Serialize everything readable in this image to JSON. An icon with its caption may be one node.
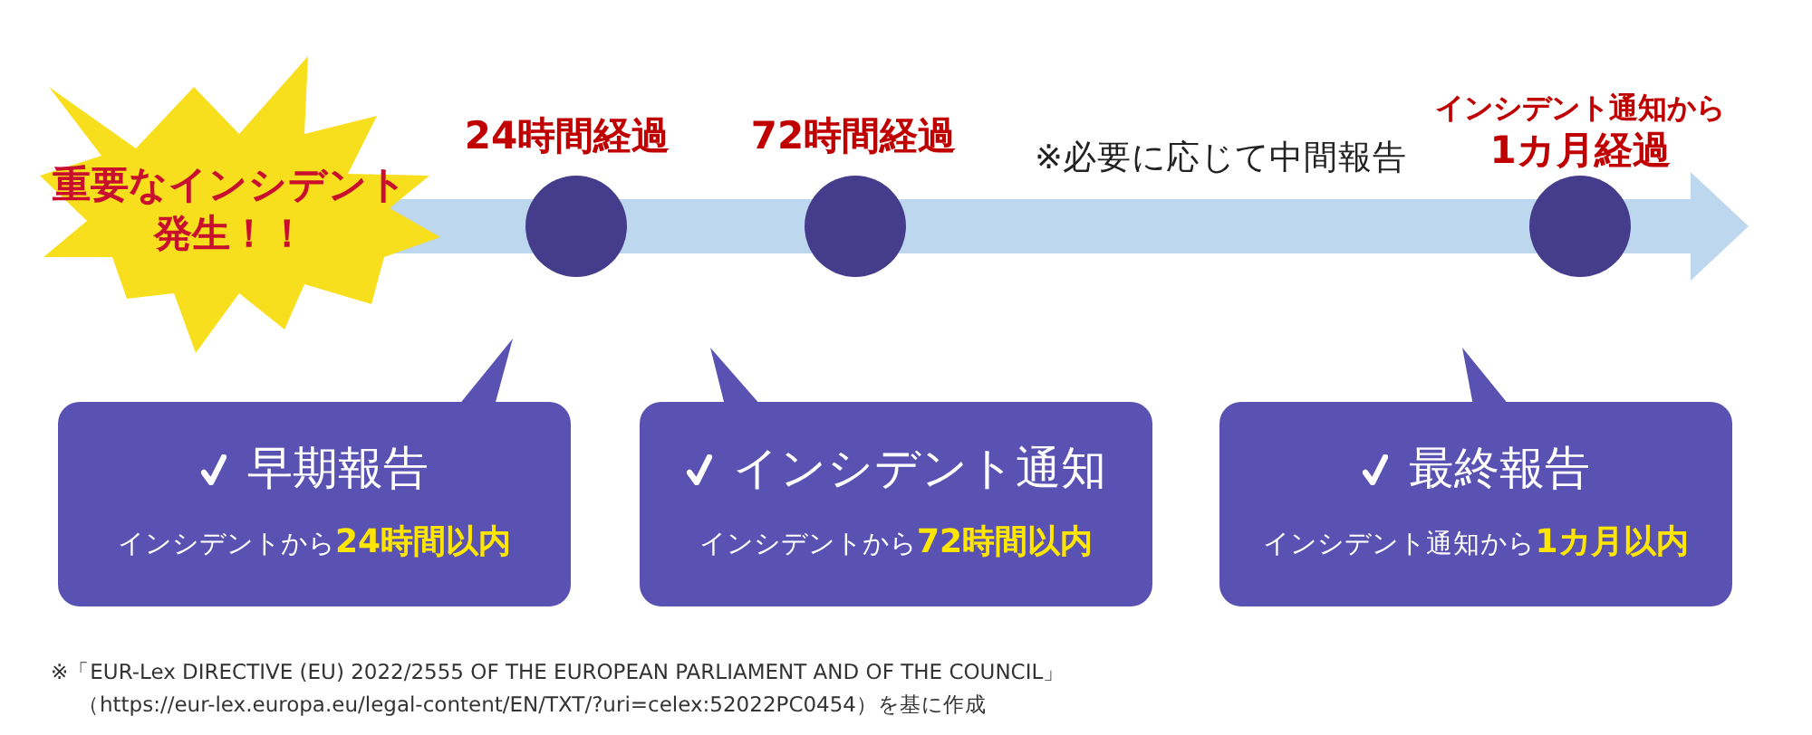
{
  "diagram": {
    "nodes": [
      {
        "text": [
          "重要なインシデント発生！！"
        ]
      },
      {
        "text": [],
        "shape": "circle",
        "beside": [
          "24時間経過"
        ]
      },
      {
        "text": [],
        "shape": "circle",
        "beside": [
          "72時間経過"
        ]
      },
      {
        "text": [],
        "shape": "circle",
        "beside": [
          "インシデント通知から",
          "1カ月経過"
        ]
      },
      {
        "text": [
          "早期報告",
          "インシデントから**24時間以内**"
        ]
      },
      {
        "text": [
          "インシデント通知",
          "インシデントから**72時間以内**"
        ]
      },
      {
        "text": [
          "最終報告",
          "インシデント通知から**1カ月以内**"
        ]
      }
    ],
    "labels": [
      "※必要に応じて中間報告"
    ],
    "caption": "※「EUR-Lex DIRECTIVE (EU) 2022/2555 OF THE EUROPEAN PARLIAMENT AND OF THE COUNCIL」（https://eur-lex.europa.eu/legal-content/EN/TXT/?uri=celex:52022PC0454）を基に作成"
  }
}
